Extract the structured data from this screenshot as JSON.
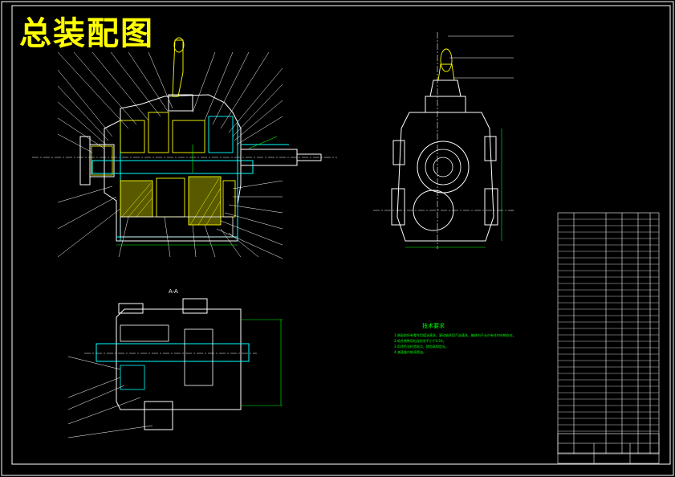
{
  "drawing": {
    "title": "总装配图",
    "colors": {
      "background": "#000000",
      "outline": "#ffffff",
      "gears": "#ffff00",
      "housing": "#00ffff",
      "shaft": "#00ffff",
      "dimensions": "#00ff00",
      "leaders": "#ffffff",
      "section_fill": "#ffff00"
    }
  },
  "technical_notes": {
    "heading": "技术要求",
    "items": [
      "1.装配前所有零件用煤油清洗，滚动轴承用汽油清洗，箱体内不允许有任何杂物存在。",
      "2.啮合侧隙用铅丝检验不小于0.16。",
      "3.用涂色法检验斑点，按齿高和齿长。",
      "4.减速器内装润滑油。"
    ]
  },
  "views": {
    "bottom_left_label": "A-A"
  }
}
